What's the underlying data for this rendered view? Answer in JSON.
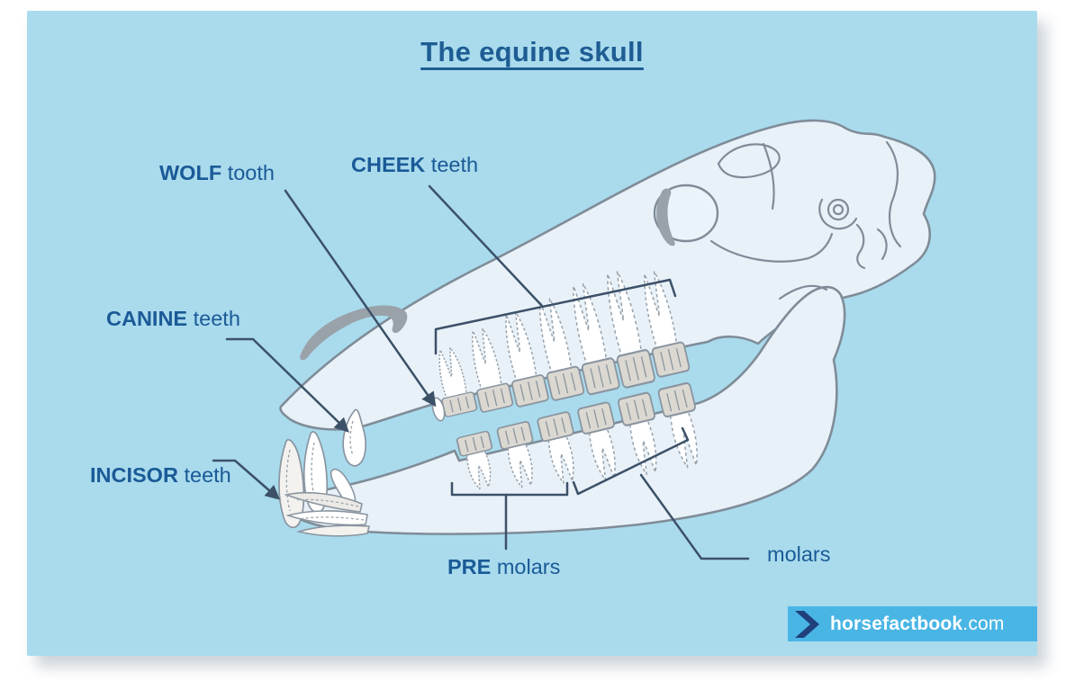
{
  "title": {
    "text": "The equine skull"
  },
  "labels": [
    {
      "bold": "WOLF",
      "rest": " tooth"
    },
    {
      "bold": "CHEEK",
      "rest": " teeth"
    },
    {
      "bold": "CANINE",
      "rest": " teeth"
    },
    {
      "bold": "INCISOR",
      "rest": " teeth"
    },
    {
      "bold": "PRE",
      "rest": " molars"
    },
    {
      "bold": "",
      "rest": "molars"
    }
  ],
  "watermark": {
    "brand": "horsefactbook",
    "suffix": ".com",
    "icon": "chevron-right-icon"
  },
  "colors": {
    "panel_bg": "#a9dbed",
    "skull_fill": "#e8f1f8",
    "skull_outline": "#7f8c98",
    "tooth_crown": "#dbd8d2",
    "gray_accent": "#9aa2a9",
    "label_text": "#1b5a97",
    "leader_line": "#3c5168",
    "banner_bg": "#49b5e5",
    "banner_chevron": "#20407c",
    "banner_text": "#ffffff"
  }
}
